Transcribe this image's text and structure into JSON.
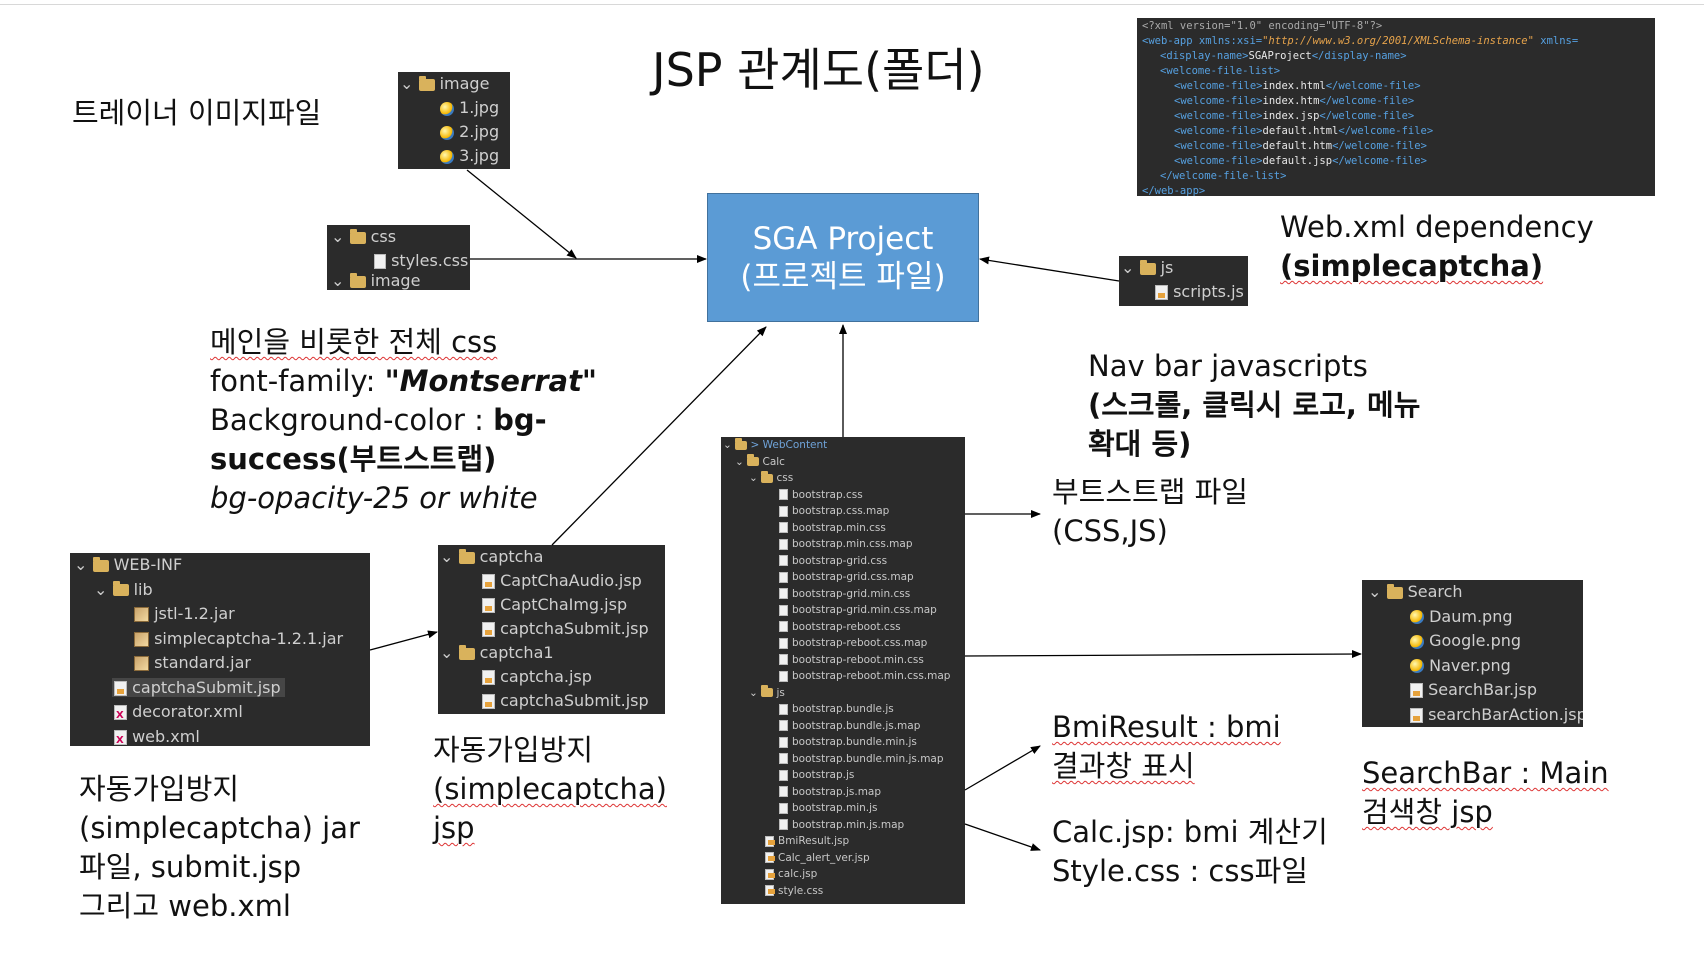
{
  "title": "JSP 관계도(폴더)",
  "project": {
    "line1": "SGA Project",
    "line2": "(프로젝트 파일)"
  },
  "labels": {
    "trainer": "트레이너 이미지파일",
    "css_title": "메인을 비롯한 전체 css",
    "css_font_prefix": "font-family:  ",
    "css_font_value": "\"Montserrat\"",
    "css_bg_prefix": "Background-color : ",
    "css_bg_value1": "bg-",
    "css_bg_value2": "success(부트스트랩)",
    "css_bg_alt": "bg-opacity-25 or white",
    "webxml1": "Web.xml dependency",
    "webxml2": "(simplecaptcha)",
    "navbar1": "Nav bar javascripts",
    "navbar2": "(스크롤, 클릭시 로고, 메뉴",
    "navbar3": "확대 등)",
    "bootstrap1": "부트스트랩 파일",
    "bootstrap2": "(CSS,JS)",
    "captcha_jar1": "자동가입방지",
    "captcha_jar2": "(simplecaptcha) jar",
    "captcha_jar3": "파일, submit.jsp",
    "captcha_jar4": "그리고 web.xml",
    "captcha_jsp1": "자동가입방지",
    "captcha_jsp2": "(simplecaptcha)",
    "captcha_jsp3": "jsp",
    "bmi1": "BmiResult : bmi",
    "bmi2": "결과창 표시",
    "calc1": "Calc.jsp: bmi 계산기",
    "calc2": "Style.css : css파일",
    "search1": "SearchBar : Main",
    "search2": "검색창 jsp"
  },
  "tree_image": {
    "folder": "image",
    "files": [
      "1.jpg",
      "2.jpg",
      "3.jpg"
    ]
  },
  "tree_css": {
    "folder": "css",
    "file": "styles.css",
    "next": "image"
  },
  "tree_js": {
    "folder": "js",
    "file": "scripts.js"
  },
  "tree_webinf": {
    "root": "WEB-INF",
    "lib": "lib",
    "jars": [
      "jstl-1.2.jar",
      "simplecaptcha-1.2.1.jar",
      "standard.jar"
    ],
    "files": [
      "captchaSubmit.jsp",
      "decorator.xml",
      "web.xml"
    ]
  },
  "tree_captcha": {
    "folder1": "captcha",
    "files1": [
      "CaptChaAudio.jsp",
      "CaptChaImg.jsp",
      "captchaSubmit.jsp"
    ],
    "folder2": "captcha1",
    "files2": [
      "captcha.jsp",
      "captchaSubmit.jsp"
    ]
  },
  "tree_search": {
    "folder": "Search",
    "files": [
      "Daum.png",
      "Google.png",
      "Naver.png",
      "SearchBar.jsp",
      "searchBarAction.jsp"
    ]
  },
  "tree_webcontent": {
    "root": "> WebContent",
    "calc": "Calc",
    "css": "css",
    "css_files": [
      "bootstrap.css",
      "bootstrap.css.map",
      "bootstrap.min.css",
      "bootstrap.min.css.map",
      "bootstrap-grid.css",
      "bootstrap-grid.css.map",
      "bootstrap-grid.min.css",
      "bootstrap-grid.min.css.map",
      "bootstrap-reboot.css",
      "bootstrap-reboot.css.map",
      "bootstrap-reboot.min.css",
      "bootstrap-reboot.min.css.map"
    ],
    "js": "js",
    "js_files": [
      "bootstrap.bundle.js",
      "bootstrap.bundle.js.map",
      "bootstrap.bundle.min.js",
      "bootstrap.bundle.min.js.map",
      "bootstrap.js",
      "bootstrap.js.map",
      "bootstrap.min.js",
      "bootstrap.min.js.map"
    ],
    "calc_files": [
      "BmiResult.jsp",
      "Calc_alert_ver.jsp",
      "calc.jsp",
      "style.css"
    ]
  },
  "webxml_code": {
    "l1": "<?xml version=\"1.0\" encoding=\"UTF-8\"?>",
    "l2a": "<web-app xmlns:xsi=",
    "l2b": "\"http://www.w3.org/2001/XMLSchema-instance\"",
    "l2c": " xmlns=",
    "dn_open": "<display-name>",
    "dn_val": "SGAProject",
    "dn_close": "</display-name>",
    "wfl_open": "<welcome-file-list>",
    "wfl_close": "</welcome-file-list>",
    "wf_open": "<welcome-file>",
    "wf_close": "</welcome-file>",
    "welcome_files": [
      "index.html",
      "index.htm",
      "index.jsp",
      "default.html",
      "default.htm",
      "default.jsp"
    ],
    "wa_close": "</web-app>"
  }
}
